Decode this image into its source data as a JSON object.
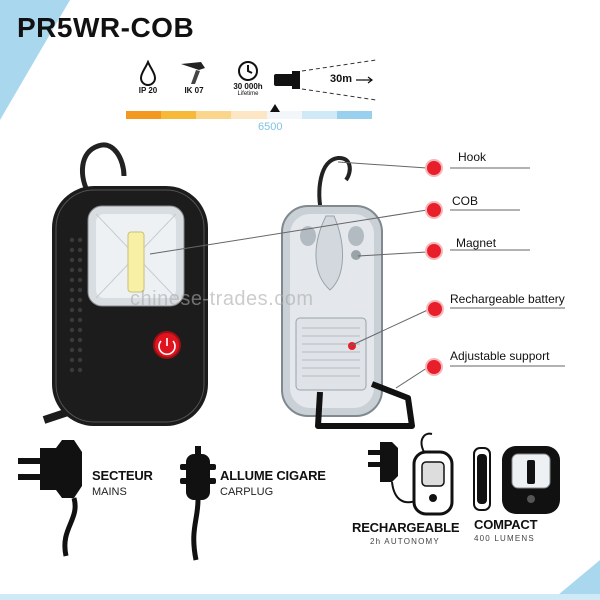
{
  "title": "PR5WR-COB",
  "specs": [
    {
      "icon": "water-drop-icon",
      "label": "IP 20",
      "sub": ""
    },
    {
      "icon": "impact-hammer-icon",
      "label": "IK 07",
      "sub": ""
    },
    {
      "icon": "clock-icon",
      "label": "30 000h",
      "sub": "Lifetime"
    },
    {
      "icon": "beam-flashlight-icon",
      "label": "30m",
      "sub": ""
    }
  ],
  "color_temperature": "6500",
  "scale_colors": [
    "#f39a1e",
    "#f6b93a",
    "#fad68c",
    "#fde6c4",
    "#f3f6f8",
    "#cfe9f6",
    "#98d0ee"
  ],
  "callouts": [
    {
      "label": "Hook"
    },
    {
      "label": "COB"
    },
    {
      "label": "Magnet"
    },
    {
      "label": "Rechargeable battery"
    },
    {
      "label": "Adjustable support"
    }
  ],
  "watermark": "chinese-trades.com",
  "features": {
    "mains_title": "SECTEUR",
    "mains_sub": "MAINS",
    "car_title": "ALLUME CIGARE",
    "car_sub": "CARPLUG",
    "recharge_title": "RECHARGEABLE",
    "recharge_sub": "2h AUTONOMY",
    "compact_title": "COMPACT",
    "compact_sub": "400 LUMENS"
  },
  "colors": {
    "accent_red": "#e81e2a",
    "accent_blue": "#a9d8ee",
    "body_black": "#1c1c1c"
  }
}
